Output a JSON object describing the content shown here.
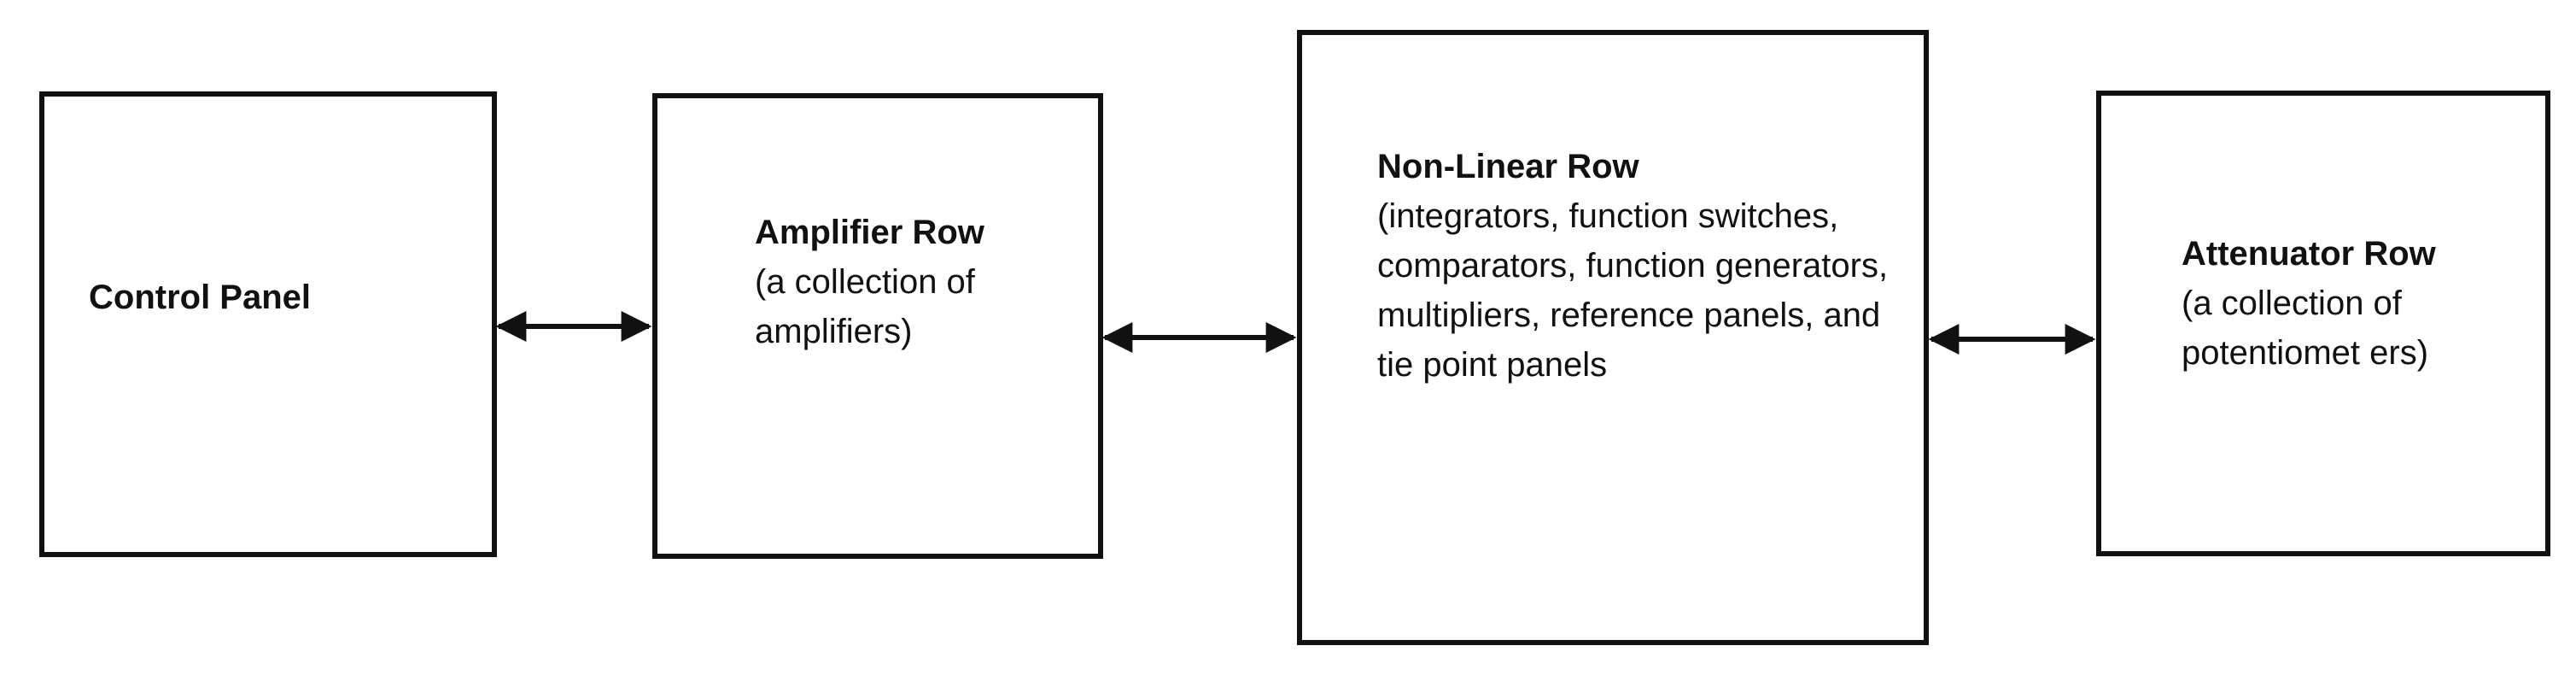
{
  "blocks": {
    "control_panel": {
      "title": "Control Panel"
    },
    "amplifier_row": {
      "title": "Amplifier Row",
      "desc": "(a collection of amplifiers)"
    },
    "nonlinear_row": {
      "title": "Non-Linear Row",
      "desc": "(integrators, function switches, comparators, function generators, multipliers, reference panels, and tie point panels"
    },
    "attenuator_row": {
      "title": "Attenuator Row",
      "desc": "(a collection of potentiomet ers)"
    }
  },
  "connections": [
    {
      "from": "Control Panel",
      "to": "Amplifier Row",
      "style": "double-arrow"
    },
    {
      "from": "Amplifier Row",
      "to": "Non-Linear Row",
      "style": "double-arrow"
    },
    {
      "from": "Non-Linear Row",
      "to": "Attenuator Row",
      "style": "double-arrow"
    }
  ]
}
